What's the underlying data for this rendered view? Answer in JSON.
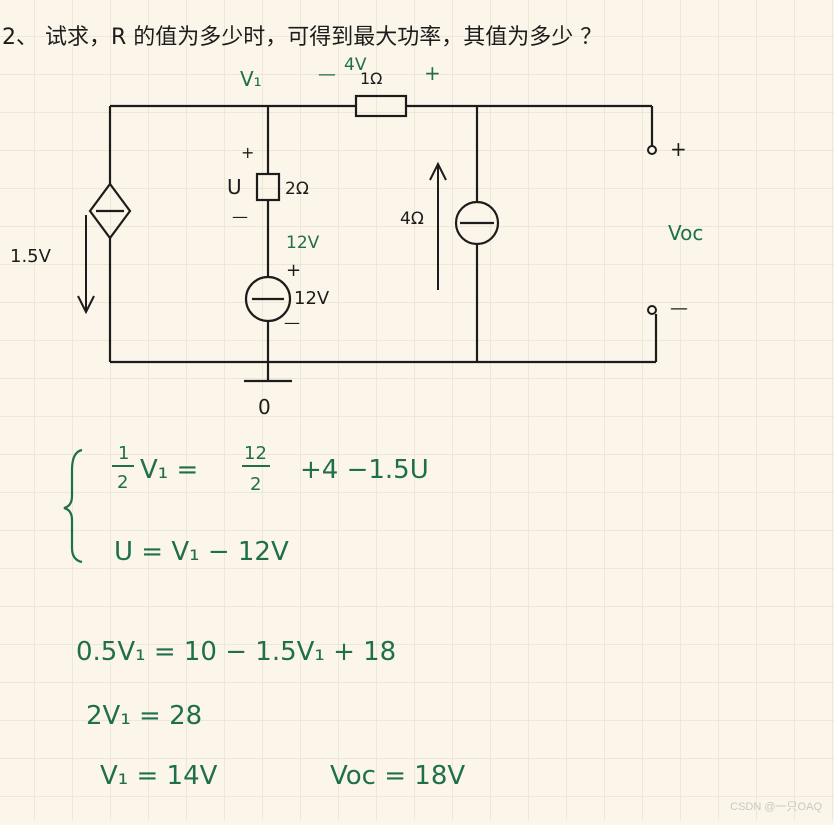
{
  "question": "2、 试求，R 的值为多少时，可得到最大功率，其值为多少 ？",
  "circuit": {
    "node_v1": "V₁",
    "resistor_top_voltage": "4V",
    "resistor_top": "1Ω",
    "resistor_top_minus": "—",
    "resistor_top_plus": "+",
    "dependent_source_label": "1.5V",
    "resistor_mid": "2Ω",
    "resistor_mid_voltage_name": "U",
    "resistor_mid_plus": "+",
    "resistor_mid_minus": "—",
    "resistor_mid_voltage": "12V",
    "voltage_source": "12V",
    "voltage_source_plus": "+",
    "voltage_source_minus": "—",
    "current_source": "4Ω",
    "terminal_plus": "+",
    "terminal_minus": "—",
    "open_circuit_voltage": "Voc",
    "ground_label": "0"
  },
  "equations": {
    "system": {
      "eq1": {
        "coef_num": "1",
        "coef_den": "2",
        "var": "V₁ =",
        "frac_num": "12",
        "frac_den": "2",
        "rest": "+4 −1.5U"
      },
      "eq2": "U = V₁ − 12V"
    },
    "line1": "0.5V₁ = 10 − 1.5V₁ + 18",
    "line2": "2V₁ = 28",
    "line3a": "V₁ = 14V",
    "line3b": "Voc = 18V"
  },
  "watermark": "CSDN @一只OAQ"
}
